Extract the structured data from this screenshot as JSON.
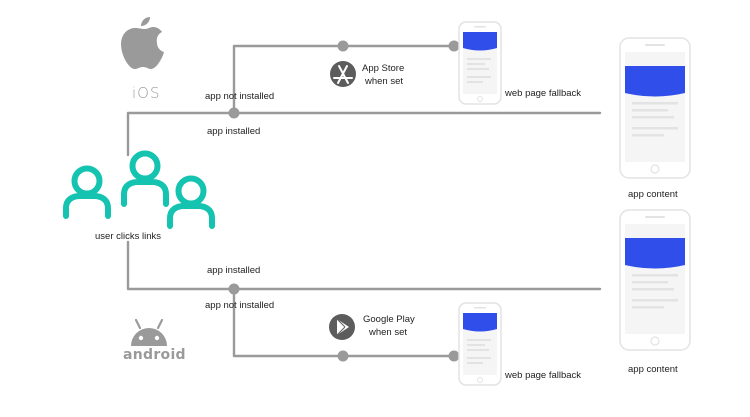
{
  "platforms": {
    "ios": {
      "name": "iOS",
      "icon": "apple-icon"
    },
    "android": {
      "name": "android",
      "icon": "android-robot-icon"
    }
  },
  "user": {
    "label": "user clicks links",
    "icon": "users-group-icon"
  },
  "paths": {
    "ios_not_installed": "app not installed",
    "ios_installed": "app installed",
    "android_installed": "app installed",
    "android_not_installed": "app not installed"
  },
  "stores": {
    "app_store": {
      "line1": "App Store",
      "line2": "when set",
      "icon": "app-store-icon"
    },
    "google_play": {
      "line1": "Google Play",
      "line2": "when set",
      "icon": "google-play-icon"
    }
  },
  "outcomes": {
    "ios_fallback": "web page fallback",
    "android_fallback": "web page fallback",
    "ios_content": "app content",
    "android_content": "app content"
  },
  "colors": {
    "teal": "#14c3b0",
    "line": "#9a9a9a",
    "dot": "#9a9a9a",
    "blue": "#2f4eea",
    "phone_border": "#e3e3e3",
    "placeholder": "#e5e5e5",
    "icon_dark": "#5c5c5c",
    "os_gray": "#999999"
  }
}
